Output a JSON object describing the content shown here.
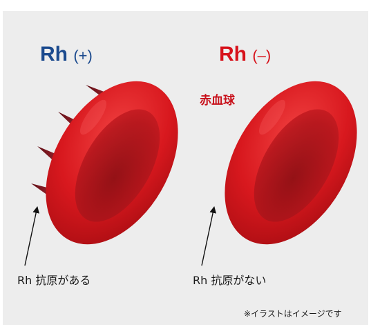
{
  "left": {
    "title": "Rh",
    "sign": "(+)",
    "caption": "Rh 抗原がある"
  },
  "right": {
    "title": "Rh",
    "sign": "(–)",
    "caption": "Rh 抗原がない"
  },
  "cell_label": "赤血球",
  "note": "※イラストはイメージです",
  "colors": {
    "rh_positive": "#1b4a8e",
    "rh_negative": "#d7121b",
    "cell_label": "#c8101a",
    "cell": "#d8181e",
    "antigen": "#8a1c24"
  }
}
